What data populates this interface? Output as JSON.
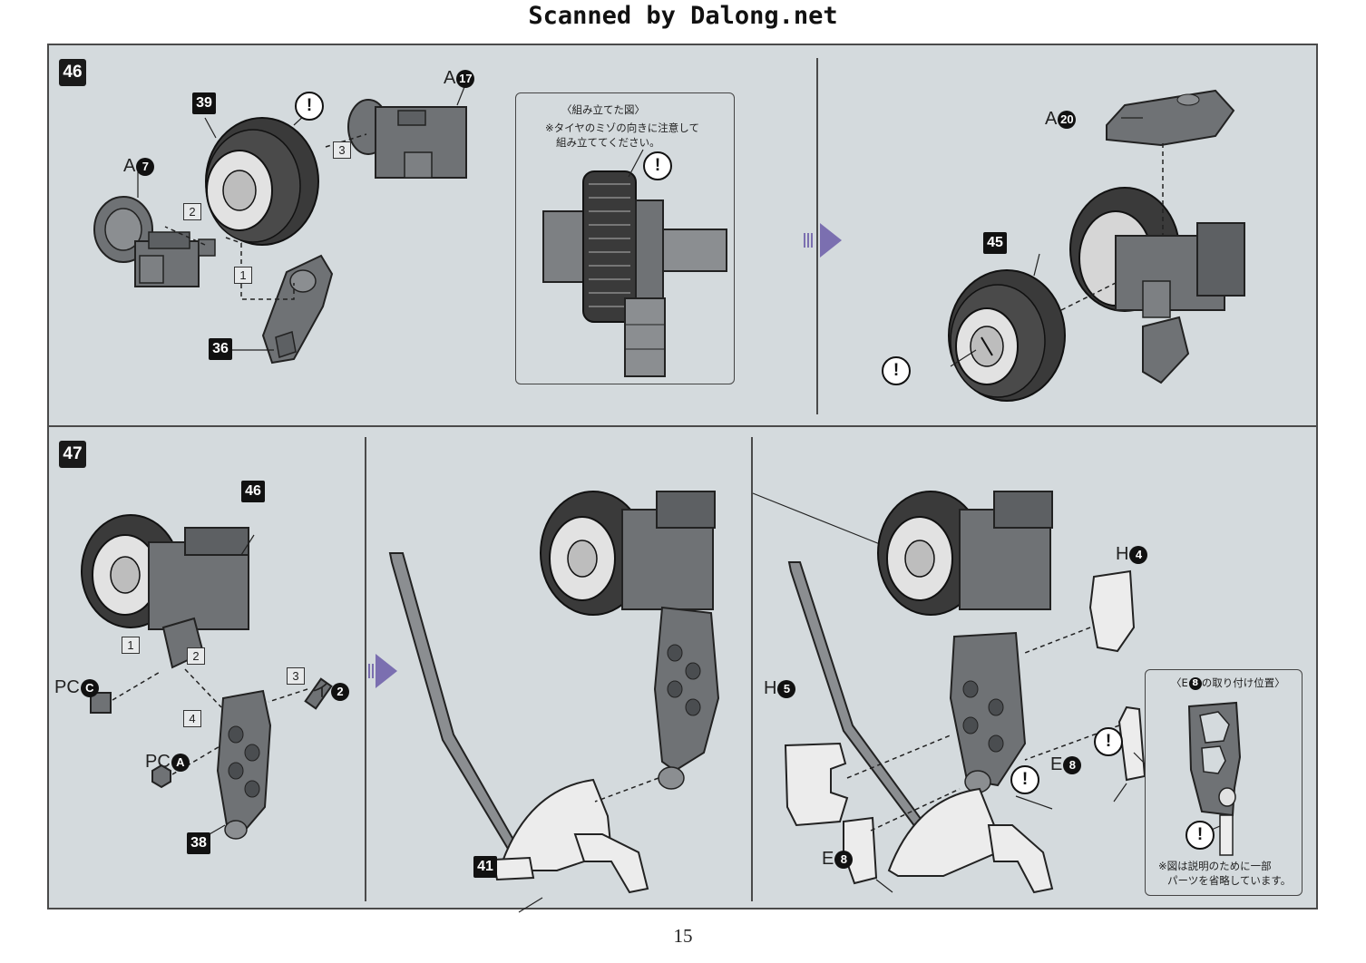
{
  "header": "Scanned by Dalong.net",
  "page_number": "15",
  "steps": {
    "s46": "46",
    "s47": "47"
  },
  "parts": {
    "p39": "39",
    "p36": "36",
    "p45": "45",
    "p46": "46",
    "p38": "38",
    "p41": "41"
  },
  "seq": [
    "1",
    "2",
    "3",
    "4"
  ],
  "labels": {
    "a": "A",
    "a7": "7",
    "a17": "17",
    "a20": "20",
    "pc": "PC",
    "pc_c": "C",
    "pc_a": "A",
    "i": "イ",
    "i2": "2",
    "h": "H",
    "h4": "4",
    "h5": "5",
    "e": "E",
    "e8": "8"
  },
  "warning_mark": "!",
  "note1": {
    "title": "〈組み立てた図〉",
    "line1": "※タイヤのミゾの向きに注意して",
    "line2": "組み立ててください。"
  },
  "note2": {
    "title_pre": "〈E",
    "title_num": "8",
    "title_post": "の取り付け位置〉",
    "line1": "※図は説明のために一部",
    "line2": "パーツを省略しています。"
  },
  "colors": {
    "panel": "#d4dadd",
    "part_gray": "#6f7275",
    "part_light": "#e9e9e9",
    "tire": "#3a3a3a",
    "arrow": "#7b6fb0"
  }
}
